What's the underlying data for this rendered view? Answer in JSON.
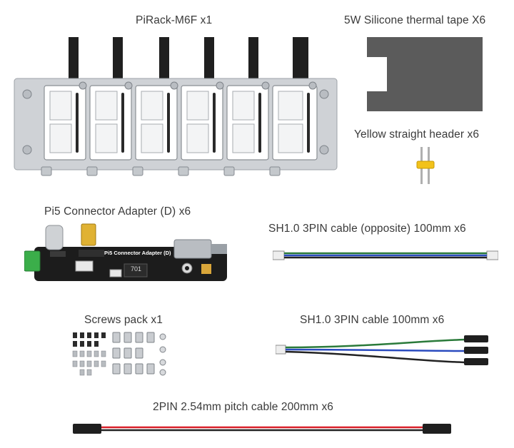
{
  "items": {
    "rack": {
      "label": "PiRack-M6F x1"
    },
    "tape": {
      "label": "5W Silicone thermal tape X6"
    },
    "header": {
      "label": "Yellow straight header x6"
    },
    "adapter": {
      "label": "Pi5 Connector Adapter (D) x6",
      "board_text": "Pi5 Connector Adapter (D)",
      "chip_text": "701"
    },
    "cable_opposite": {
      "label": "SH1.0 3PIN cable (opposite) 100mm x6"
    },
    "screws": {
      "label": "Screws pack x1"
    },
    "cable_3pin": {
      "label": "SH1.0 3PIN cable 100mm x6"
    },
    "cable_2pin": {
      "label": "2PIN 2.54mm pitch cable 200mm x6"
    }
  }
}
